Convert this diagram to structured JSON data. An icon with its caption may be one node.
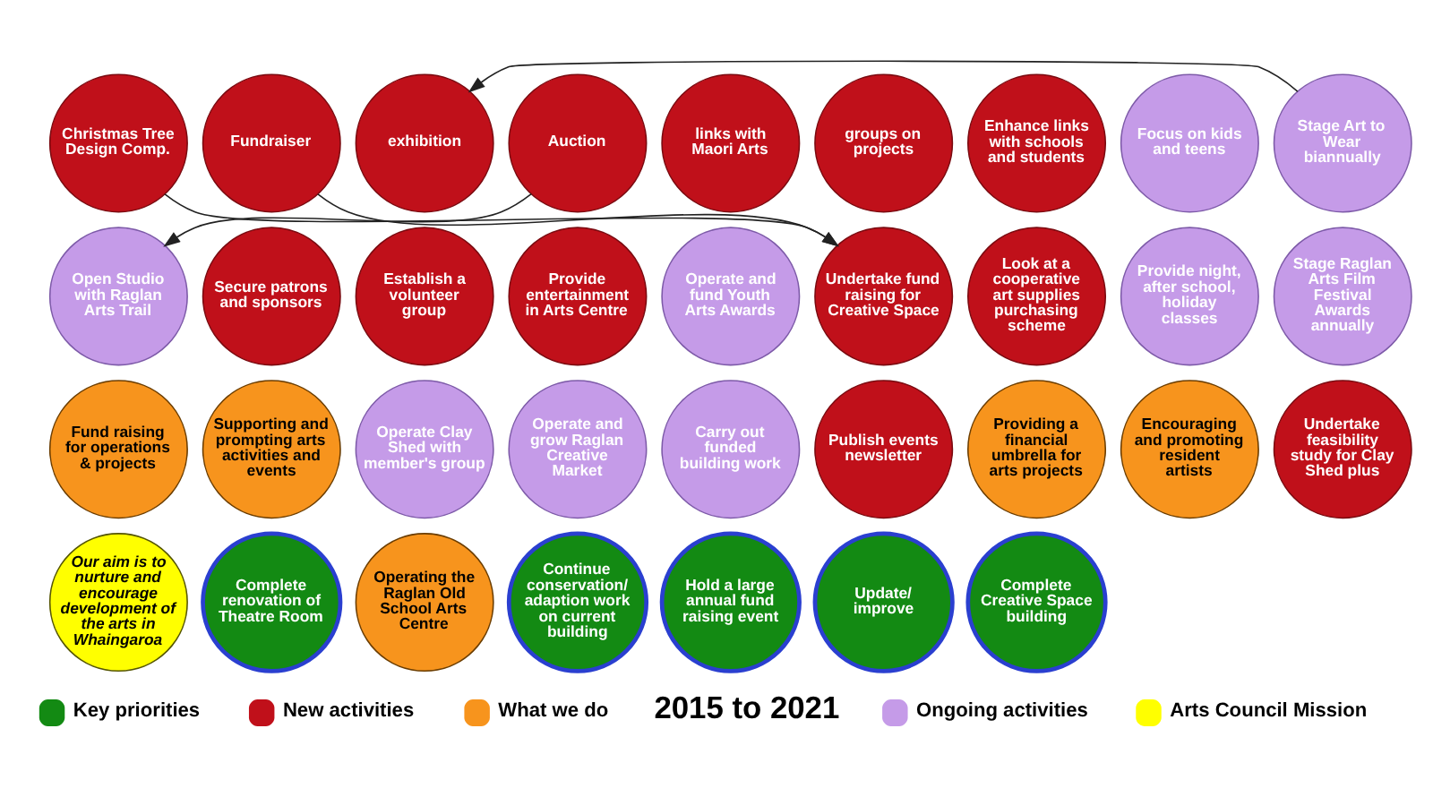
{
  "diagram": {
    "nodes": [
      {
        "text": [
          "Christmas Tree Design Comp."
        ]
      },
      {
        "text": [
          "Fundraiser"
        ]
      },
      {
        "text": [
          "exhibition"
        ]
      },
      {
        "text": [
          "Auction"
        ]
      },
      {
        "text": [
          "links with Maori Arts"
        ]
      },
      {
        "text": [
          "groups on projects"
        ]
      },
      {
        "text": [
          "Enhance links with schools and students"
        ]
      },
      {
        "text": [
          "Focus on kids and teens"
        ]
      },
      {
        "text": [
          "Stage Art to Wear biannually"
        ]
      },
      {
        "text": [
          "Open Studio with Raglan Arts Trail"
        ]
      },
      {
        "text": [
          "Secure patrons and sponsors"
        ]
      },
      {
        "text": [
          "Establish a volunteer group"
        ]
      },
      {
        "text": [
          "Provide entertainment in Arts Centre"
        ]
      },
      {
        "text": [
          "Operate and fund Youth Arts Awards"
        ]
      },
      {
        "text": [
          "Undertake fund raising for Creative Space"
        ]
      },
      {
        "text": [
          "Look at a cooperative art supplies purchasing scheme"
        ]
      },
      {
        "text": [
          "Provide night, after school, holiday classes"
        ]
      },
      {
        "text": [
          "Stage Raglan Arts Film Festival Awards annually"
        ]
      },
      {
        "text": [
          "Fund raising for operations & projects"
        ]
      },
      {
        "text": [
          "Supporting and prompting arts activities and events"
        ]
      },
      {
        "text": [
          "Operate Clay Shed with member's group"
        ]
      },
      {
        "text": [
          "Operate and grow Raglan Creative Market"
        ]
      },
      {
        "text": [
          "Carry out funded building work"
        ]
      },
      {
        "text": [
          "Publish events newsletter"
        ]
      },
      {
        "text": [
          "Providing a financial umbrella for arts projects"
        ]
      },
      {
        "text": [
          "Encouraging and promoting resident artists"
        ]
      },
      {
        "text": [
          "Undertake feasibility study for Clay Shed plus"
        ]
      },
      {
        "text": [
          "Our aim is to nurture and encourage development of the arts in Whaingaroa"
        ]
      },
      {
        "text": [
          "Complete renovation of Theatre Room"
        ]
      },
      {
        "text": [
          "Operating the Raglan Old School Arts Centre"
        ]
      },
      {
        "text": [
          "Continue conservation/ adaption work on current building"
        ]
      },
      {
        "text": [
          "Hold a large annual fund raising event"
        ]
      },
      {
        "text": [
          "Update/ improve"
        ]
      },
      {
        "text": [
          "Complete Creative Space building"
        ]
      }
    ],
    "edges": [
      {
        "from": 0,
        "to": 14,
        "arrow": "to"
      },
      {
        "from": 1,
        "to": 14,
        "arrow": "to"
      },
      {
        "from": 8,
        "to": 2,
        "arrow": "to"
      },
      {
        "from": 3,
        "to": 9,
        "arrow": "to"
      }
    ],
    "labels": [
      "2015 to 2021"
    ],
    "legend": [
      {
        "text": "Key priorities",
        "color": "#138a13"
      },
      {
        "text": "New activities",
        "color": "#c0101a"
      },
      {
        "text": "What we do",
        "color": "#f7941d"
      },
      {
        "text": "Ongoing activities",
        "color": "#c59be8"
      },
      {
        "text": "Arts Council Mission",
        "color": "#ffff00"
      }
    ]
  }
}
